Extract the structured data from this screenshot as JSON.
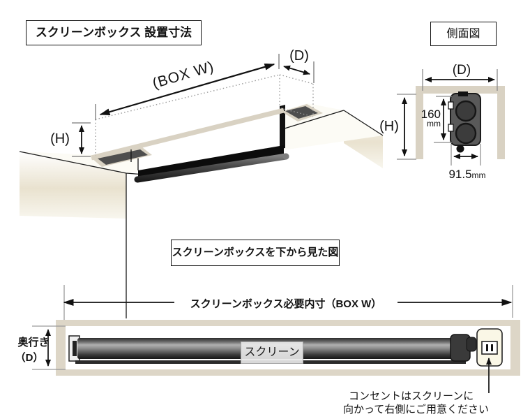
{
  "install_view": {
    "title": "スクリーンボックス 設置寸法",
    "labels": {
      "box_w": "(BOX W)",
      "depth": "(D)",
      "height": "(H)"
    }
  },
  "side_view": {
    "title": "側面図",
    "labels": {
      "depth": "(D)",
      "height": "(H)",
      "unit_height_value": "160",
      "unit_height_unit": "mm",
      "unit_width_value": "91.5",
      "unit_width_unit": "mm"
    }
  },
  "bottom_view": {
    "title": "スクリーンボックスを下から見た図",
    "inner_width_label": "スクリーンボックス必要内寸（BOX W）",
    "depth_label_line1": "奥行き",
    "depth_label_line2": "（D）",
    "screen_label": "スクリーン",
    "outlet_note_line1": "コンセントはスクリーンに",
    "outlet_note_line2": "向かって右側にご用意ください"
  },
  "colors": {
    "beige_frame": "#d9d2c3",
    "hole_gray": "#4e4e4e",
    "mechanism_gray": "#575757",
    "outlet_cream": "#faf7e6",
    "line_black": "#111111"
  }
}
